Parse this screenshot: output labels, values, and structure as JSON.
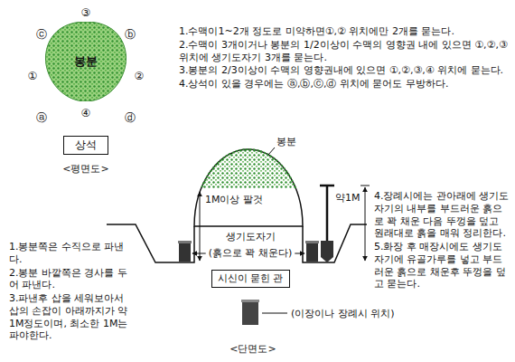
{
  "diagram": {
    "nodes": [
      {
        "text": [
          "봉분"
        ]
      },
      {
        "text": [
          "상석"
        ]
      },
      {
        "text": [
          "시신이 묻힌 관"
        ]
      }
    ],
    "labels": [
      "③",
      "ⓒ",
      "ⓑ",
      "①",
      "②",
      "ⓐ",
      "④",
      "ⓓ",
      "<평면도>",
      "1.수맥이1~2개 정도로 미약하면①,② 위치에만 2개를 묻는다.",
      "2.수맥이 3개이거나 봉분의 1/2이상이 수맥의 영향권 내에 있으면 ①,②,③ 위치에 생기도자기 3개를 묻는다.",
      "3.봉분의 2/3이상이 수맥의 영향권내에 있으면 ①,②,③,④ 위치에 묻는다.",
      "4.상석이 있을 경우에는 ⓐ,ⓑ,ⓒ,ⓓ 위치에 묻어도 무방하다.",
      "봉분",
      "1M이상 팔것",
      "생기도자기",
      "(흙으로 꽉 채운다)",
      "약1M",
      "(이장이나 장례시 위치)",
      "<단면도>",
      "1.봉분쪽은 수직으로 파낸다.",
      "2.봉분 바깥쪽은 경사를 두어 파낸다.",
      "3.파낸후 삽을 세워보아서 삽의 손잡이 아래까지가 약1M정도이며, 최소한 1M는 파야한다.",
      "4.장례시에는 관아래에 생기도자기의 내부를 부드러운 흙으로 꽉 채운 다음 뚜껑을 덮고 원래대로 흙을 매워 정리한다.",
      "5.화장 후 매장시에도 생기도자기에 유골가루를 넣고 부드러운 흙으로 채운후 뚜껑을 덮고 묻는다."
    ]
  }
}
